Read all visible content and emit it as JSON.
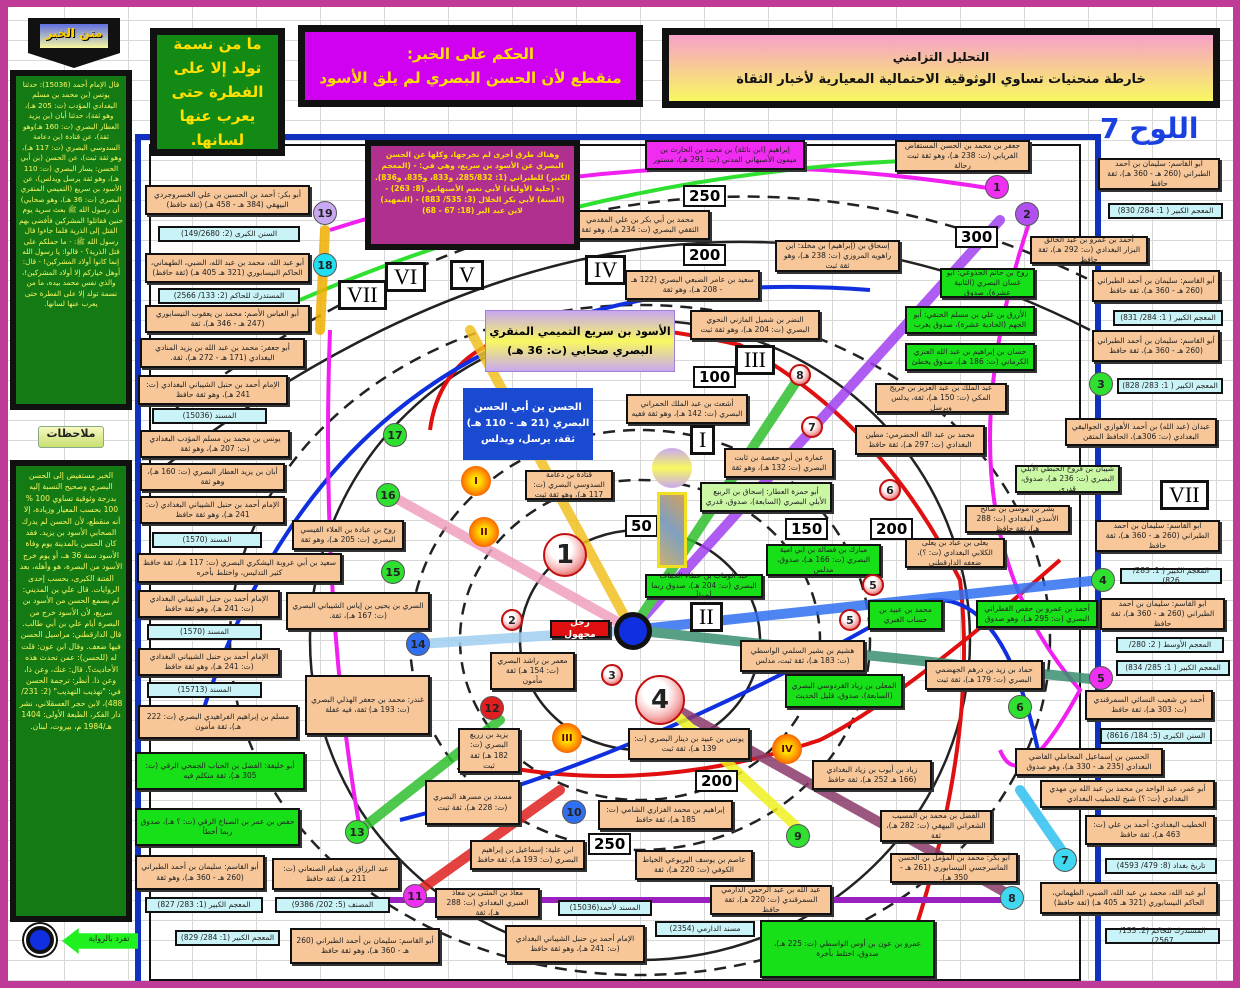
{
  "header": {
    "title": "التحليل التزامني",
    "subtitle": "خارطة منحنيات تساوي الوثوقية  الاحتمالية المعيارية لأخبار الثقاة"
  },
  "plate": "اللوح 7",
  "verdict": {
    "label": "الحكم على الخبر:",
    "text": "منقطع لأن الحسن البصري لم يلق الأسود"
  },
  "quote": "ما من نسمة تولد إلا على الفطرة حتى يعرب عنها لسانها.",
  "matn": {
    "label": "متن الخبر",
    "text": "قال الإمام أحمد (15036): حدثنا يونس (بن محمد بن مسلم البغدادي المؤدب (ت: 205 هـ)، وهو ثقة)، حدثنا أبان (بن يزيد العطار البصري (ت: 160 هـ)وهو ثقة)، عن قتادة (بن دعامة السدوسي البصري (ت: 117 هـ)، وهو ثقة ثبت)، عن الحسن (بن أبي الحسن: يسار البصري (ت: 110 هـ)، وهو ثقة يرسل ويدلس)، عن الأسود بن سريع (التميمي المنقري البصري (ت: 36 هـ)، وهو صحابي) أن رسول الله ﷺ بعث سرية يوم حنين فقاتلوا المشركين فأفضى بهم القتل إلى الذرية فلما جاءوا قال رسول الله ﷺ: - ما حملكم على قتل الذرية؟ - قالوا: يا رسول الله إنما كانوا أولاد المشركين! - قال: أوهل خياركم إلا أولاد المشركين!، والذي نفس محمد بيده، ما من نسمة تولد إلا على الفطرة حتى يعرب عنها لسانها."
  },
  "notes": {
    "label": "ملاحظات",
    "text": "الخبر مستفيض إلى الحسن البصري وصحيح النسبة إليه بدرجة وثوقية تساوي 100 % 100 بحسب المعيار وزيادة، إلا أنه منقطع، لأن الحسن لم يدرك الصحابي الأسود بن يزيد. فقد كان الحسن بالمدينة يوم وفاة الأسود سنة 36 هـ، أو يوم خرج الأسود من البصرة، هو وأهله، بعد الفتنة الكبرى، بحسب إحدى الروايات. قال علي بن المديني: لم يسمع الحسن من الأسود بن سريع، لأن الأسود خرج من البصرة أيام علي بن أبي طالب. قال الدارقطني: مراسيل الحسن فيها ضعف. وقال ابن عون: قلت له (للحسن): عمن تحدث هذه الأحاديث؟. قال: عنك، وعن ذا، وعن ذا. أنظر: ترجمة الحسن في: \"تهذيب التهذيب\" (2: 231/ 488)، لابن حجر العسقلاني، نشر دار الفكر، الطبعة الأولى: 1404 هـ/1984 م، بيروت، لبنان."
  },
  "other_routes": "وهناك طرق أخرى لم نخرجها، وكلها عن الحسن البصري عن الأسود بن سريع، وهي في: - (المعجم الكبير) للطبراني (1: 285/832، و833، و835، و836). - (حلية الأولياء) لأبي نعيم الأصبهاني (8: 263) - (السنة) لأبي بكر الخلال (3: 535/ 883) - (التمهيد) لابن عبد البر (18: 67 - 68)",
  "companion": {
    "line1": "الأسود بن سريع التميمي المنقري",
    "line2": "البصري صحابي (ت: 36 هـ)"
  },
  "hasan": {
    "line1": "الحسن بن أبي الحسن",
    "line2": "البصري (21 هـ - 110 هـ)",
    "line3": "ثقة، يرسل، ويدلس"
  },
  "solo": "تفرد بالرواية",
  "unknown": "رجل مجهول",
  "narrators": {
    "bayhaqi": "أبو بكر: أحمد بن الحسين بن علي الخسروجردي البيهقي (384 هـ - 458 هـ) (ثقة حافظ)",
    "hakim1": "أبو عبد الله، محمد بن عبد الله، الضبي، الطهماني، الحاكم النيسابوري (321 هـ 405 هـ) (ثقة حافظ)",
    "asamm": "أبو العباس الأصم: محمد بن يعقوب النيسابوري (247 هـ - 346 هـ)، ثقة",
    "munadi": "أبو جعفر: محمد بن عبد الله بن يزيد المنادي البغدادي (171 هـ - 272 هـ)، ثقة.",
    "ahmad1": "الإمام أحمد بن حنبل الشيباني البغدادي (ت: 241 هـ)، وهو ثقة حافظ",
    "yunus_m": "يونس بن محمد بن مسلم المؤدب البغدادي (ت: 207 هـ)، وهو ثقة",
    "aban": "أبان بن يزيد العطار البصري (ت: 160 هـ)، وهو ثقة",
    "ahmad2": "الإمام أحمد بن حنبل الشيباني البغدادي (ت: 241 هـ)، وهو ثقة حافظ",
    "rawh": "روح بن عبادة بن العلاء القيسي البصري (ت: 205 هـ)، وهو ثقة",
    "saeed_aruba": "سعيد بن أبي عروبة اليشكري البصري (ت: 117 هـ)، ثقة حافظ كثير التدليس، واختلط بأخره",
    "ahmad3": "الإمام أحمد بن حنبل الشيباني البغدادي (ت: 241 هـ)، وهو ثقة حافظ",
    "sari": "السري بن يحيى بن إياس الشيباني البصري (ت: 167 هـ)، ثقة.",
    "ahmad4": "الإمام أحمد بن حنبل الشيباني البغدادي (ت: 241 هـ)، وهو ثقة حافظ",
    "ghundar": "غندر: محمد بن جعفر الهذلي البصري (ت: 193 هـ) ثقة، فيه غفلة",
    "muslim": "مسلم بن إبراهيم الفراهيدي البصري (ت: 222 هـ)، ثقة مأمون",
    "abu_khalifa": "أبو خليفة: الفضل بن الحباب الجمحي الرقي (ت: 305 هـ)، ثقة متكلم فيه",
    "hafs": "حفص بن عمر بن الصباح الرقي (ت: ؟ هـ)، صدوق ربما أخطأ",
    "tabarani_a": "أبو القاسم: سليمان بن أحمد الطبراني (260 هـ - 360 هـ)، وهو ثقة",
    "abdurrazzaq": "عبد الرزاق بن همام الصنعاني (ت: 211 هـ)، ثقة حافظ",
    "tabarani_b": "أبو القاسم: سليمان بن أحمد الطبراني (260 هـ - 360 هـ)، وهو ثقة حافظ",
    "muadh": "معاذ بن المثنى بن معاذ العنبري البغدادي (ت: 288 هـ)، ثقة",
    "ahmad5": "الإمام أحمد بن حنبل الشيباني البغدادي (ت: 241 هـ)، وهو ثقة حافظ",
    "ibn_ulayya": "ابن علية: إسماعيل بن إبراهيم البصري (ت: 193 هـ)، ثقة حافظ",
    "musaddad": "مسدد بن مسرهد البصري (ت: 228 هـ)، ثقة ثبت",
    "yazid": "يزيد بن زريع البصري (ت: 182 هـ) ثقة ثبت",
    "mamar": "معمر بن راشد البصري (ت: 154 هـ) ثقة مأمون",
    "yunus_ubayd": "يونس بن عبيد بن دينار البصري (ت: 139 هـ)، ثقة ثبت",
    "fazari": "إبراهيم بن محمد الفزاري الشامي (ت: 185 هـ)، ثقة حافظ",
    "asim": "عاصم بن يوسف اليربوعي الخياط الكوفي (ت: 220 هـ)، ثقة",
    "darimi": "عبد الله بن عبد الرحمن الدارمي السمرقندي (ت: 220 هـ)، ثقة حافظ",
    "amr_awn": "عمرو بن عون بن أوس الواسطي (ت: 225 هـ)، صدوق، اختلط بأخرة",
    "hushaym": "هشيم بن بشير السلمي الواسطي (ت: 183 هـ)، ثقة ثبت، مدلس",
    "mualla": "المعلى بن زياد القردوسي البصري (السابعة)، صدوق، قليل الحديث",
    "ziyad": "زياد بن أيوب بن زياد البغدادي (166 هـ 252 هـ)، ثقة حافظ",
    "fadl": "الفضل بن محمد بن المسيب الشعراني البيهقي (ت: 282 هـ)، ثقة",
    "masarjisi": "أبو بكر: محمد بن المؤمل بن الحسن الماسرجسي النيسابوري (261 هـ - 350 هـ).",
    "hammad": "حماد بن زيد بن درهم الجهضمي البصري (ت: 179 هـ)، ثقة ثبت",
    "ghubari": "محمد بن عبيد بن حساب الغبري",
    "qatarani": "أحمد بن عمرو بن حفص القطراني البصري (ت: 295 هـ)، وهو صدوق",
    "yala": "يعلى بن عباد بن يعلى الكلابي البغدادي (ت: ؟)، ضعفه الدارقطني",
    "mubarak": "مبارك بن فضالة بن أبي أمية البصري (ت: 166 هـ)، صدوق، مدلس",
    "bishr": "بشر بن موسى بن صالح الأسدي البغدادي (ت: 288 هـ)، ثقة حافظ",
    "shayban": "شيبان بن فروخ الحبطي الأبلي البصري (ت: 236 هـ)، صدوق، قدري",
    "abdan": "عبدان (عبد الله) بن أحمد الأهوازي الجواليقي البغدادي (ت: 306هـ)، الحافظ المتقن",
    "abu_hamza": "أبو حمزة العطار: إسحاق بن الربيع الأبلي البصري (السابعة)، صدوق، قدري",
    "umara": "عمارة بن أبي حفصة بن ثابت البصري (ت: 132 هـ)، وهو ثقة",
    "mutayyan": "محمد بن عبد الله الحضرمي: مطين البغدادي (ت: 297 هـ)، ثقة حافظ",
    "ibn_jurayj": "عبد الملك بن عبد العزيز بن جريج المكي (ت: 150 هـ)، ثقة، يدلس ويرسل",
    "ashath": "أشعث بن عبد الملك الحمراني البصري (ت: 142 هـ)، وهو ثقة فقيه",
    "hassan": "حسان بن إبراهيم بن عبد الله العنزي الكرماني (ت: 186 هـ)، صدوق يخطئ",
    "azraq": "الأزرق بن علي بن مسلم الحنفي: أبو الجهم (الحادية عشرة)، صدوق يغرب",
    "rawh_hatim": "روح بن حاتم الجذوعي: أبو غسان البصري (الثانية عشرة)، صدوق",
    "nadr": "النضر بن شميل المازني النحوي البصري (ت: 204 هـ)، وهو ثقة ثبت",
    "saeed_amir": "سعيد بن عامر الضبعي البصري (122 هـ - 208 هـ)، وهو ثقة",
    "rahawayh": "إسحاق بن (إبراهيم) بن مخلد: ابن راهويه المروزي (ت: 238 هـ)، وهو ثقة ثبت",
    "muqaddami": "محمد بن أبي بكر بن علي المقدمي الثقفي البصري (ت: 234 هـ)، وهو ثقة",
    "ibn_naila": "إبراهيم (ابن نائلة) بن محمد بن الحارث بن ميمون الأصبهاني المدني (ت: 291 هـ)، مستور",
    "firyabi": "جعفر بن محمد بن الحسن المستفاض الفريابي (ت: 238 هـ)، وهو ثقة ثبت رحالة",
    "tabarani_1": "أبو القاسم: سليمان بن أحمد الطبراني (260 هـ - 360 هـ)، ثقة حافظ",
    "bazzar": "أحمد بن عمرو بن عبد الخالق البزار البغدادي (ت: 292 هـ)، ثقة حافظ",
    "tabarani_2": "أبو القاسم: سليمان بن أحمد الطبراني (260 هـ - 360 هـ)، ثقة حافظ",
    "tabarani_3": "أبو القاسم: سليمان بن أحمد الطبراني (260 هـ - 360 هـ)، ثقة حافظ",
    "tabarani_4": "أبو القاسم: سليمان بن أحمد الطبراني (260 هـ - 360 هـ)، ثقة حافظ",
    "tabarani_5": "أبو القاسم: سليمان بن أحمد الطبراني (260 هـ - 360 هـ)، ثقة حافظ",
    "nasai": "أحمد بن شعيب النسائي السمرقندي (ت: 303 هـ)، ثقة حافظ",
    "mahamili": "الحسين بن إسماعيل المحاملي القاضي البغدادي (235 هـ - 330 هـ)، وهو صدوق",
    "abu_umar": "أبو عمر، عبد الواحد بن محمد بن عبد الله بن مهدي البغدادي (ت: ؟) شيخ للخطيب البغدادي",
    "khatib": "الخطيب البغدادي: أحمد بن علي (ت: 463 هـ)، ثقة حافظ",
    "hakim2": "أبو عبد الله، محمد بن عبد الله، الضبي، الطهماني، الحاكم النيسابوري (321 هـ 405 هـ) (ثقة حافظ)",
    "qatada": "قتادة بن دعامة السدوسي البصري (ت: 117 هـ)، وهو ثقة ثبت",
    "khaffaf": "عبد الوهاب بن عطاء الخفاف البصري (ت: 204 هـ)، صدوق ربما أخطأ"
  },
  "citations": {
    "sunan_bayhaqi": "السنن الكبرى (2: 149/2680)",
    "mustadrak_2566": "المستدرك للحاكم (2: 133/ 2566)",
    "musnad_15036": "المسند (15036)",
    "musnad_1570a": "المسند (1570)",
    "musnad_1570b": "المسند (1570)",
    "musnad_15713": "المسند (15713)",
    "kabir_827": "المعجم الكبير (1: 283/ 827)",
    "musannaf": "المصنف (5: 202/ 9386)",
    "kabir_829": "المعجم الكبير (1: 284/ 829)",
    "musnad_ahmad": "المسند لأحمد(15036)",
    "darimi": "مسند الدارمي (2354)",
    "kabir_830": "المعجم الكبير ( 1: 284/ 830)",
    "kabir_831": "المعجم الكبير ( 1: 284/ 831)",
    "kabir_828": "المعجم الكبير ( 1: 283/ 828)",
    "kabir_826": "المعجم الكبير ( 1: 283/ 826)",
    "awsat": "المعجم الأوسط ( 2: 280/",
    "kabir_834": "المعجم الكبير ( 1: 285/ 834)",
    "nasai": "السنن الكبرى (5: 184/ 8616)",
    "tarikh": "تاريخ بغداد (8: 479/ 4593)",
    "mustadrak_2567": "المستدرك للحاكم (2: 133/ 2567)"
  },
  "roman": [
    "VII",
    "VI",
    "V",
    "IV",
    "III",
    "I",
    "II",
    "VII"
  ],
  "scales": [
    "250",
    "200",
    "300",
    "100",
    "50",
    "150",
    "200",
    "200",
    "250"
  ],
  "path_numbers": [
    "1",
    "2",
    "3",
    "4",
    "5",
    "6",
    "7",
    "8",
    "9",
    "10",
    "11",
    "12",
    "13",
    "14",
    "15",
    "16",
    "17",
    "18",
    "19"
  ],
  "node_numbers": [
    "1",
    "2",
    "3",
    "4",
    "5",
    "5",
    "6",
    "7",
    "8"
  ],
  "tier_numbers": [
    "I",
    "II",
    "III",
    "IV"
  ],
  "colors": {
    "frame": "#c03a98",
    "tan": "#f7c79a",
    "green": "#18e018",
    "citation": "#c9f3f7",
    "verdict": "#d000f0"
  }
}
